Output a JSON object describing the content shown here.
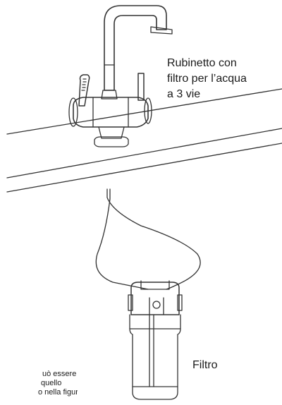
{
  "labels": {
    "faucet": [
      "Rubinetto con",
      "filtro per l’acqua",
      "a 3 vie"
    ],
    "filter": "Filtro",
    "note": [
      "uò essere",
      " quello",
      "o nella figura"
    ]
  },
  "colors": {
    "line": "#333333",
    "background": "#ffffff"
  }
}
